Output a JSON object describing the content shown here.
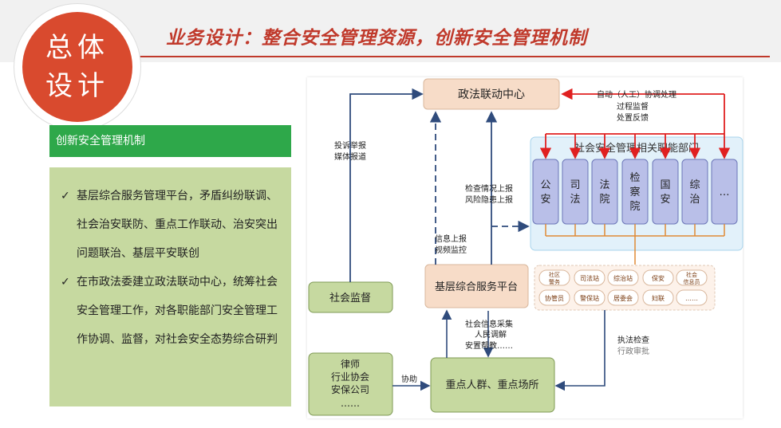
{
  "circle": {
    "line1": "总体",
    "line2": "设计"
  },
  "title": "业务设计：整合安全管理资源，创新安全管理机制",
  "left_panel": {
    "header": "创新安全管理机制",
    "bullets": [
      "基层综合服务管理平台，矛盾纠纷联调、社会治安联防、重点工作联动、治安突出问题联治、基层平安联创",
      "在市政法委建立政法联动中心，统筹社会安全管理工作，对各职能部门安全管理工作协调、监督，对社会安全态势综合研判"
    ],
    "bullet_mark": "✓"
  },
  "diagram": {
    "center": "政法联动中心",
    "dept_group_title": "社会安全管理相关职能部门",
    "departments": [
      "公安",
      "司法",
      "法院",
      "检察院",
      "国安",
      "综治",
      "…"
    ],
    "platform": "基层综合服务平台",
    "platform_units": [
      "社区警务",
      "司法站",
      "综治站",
      "保安",
      "社会信息员",
      "协管员",
      "警保站",
      "居委会",
      "妇联",
      "……"
    ],
    "social_supervision": "社会监督",
    "key_targets": "重点人群、重点场所",
    "lawyers_lines": [
      "律师",
      "行业协会",
      "安保公司",
      "……"
    ],
    "labels": {
      "coordination": "自动（人工）协调处理",
      "process_supervision": "过程监督",
      "disposal_feedback": "处置反馈",
      "complaint": "投诉举报",
      "media": "媒体报道",
      "inspection_report": "检查情况上报",
      "risk_report": "风险隐患上报",
      "info_report": "信息上报",
      "video_monitor": "视频监控",
      "info_collect": "社会信息采集",
      "mediation": "人民调解",
      "resettlement": "安置帮教……",
      "law_enforcement": "执法检查",
      "admin_approval": "行政审批",
      "assist": "协助"
    }
  }
}
